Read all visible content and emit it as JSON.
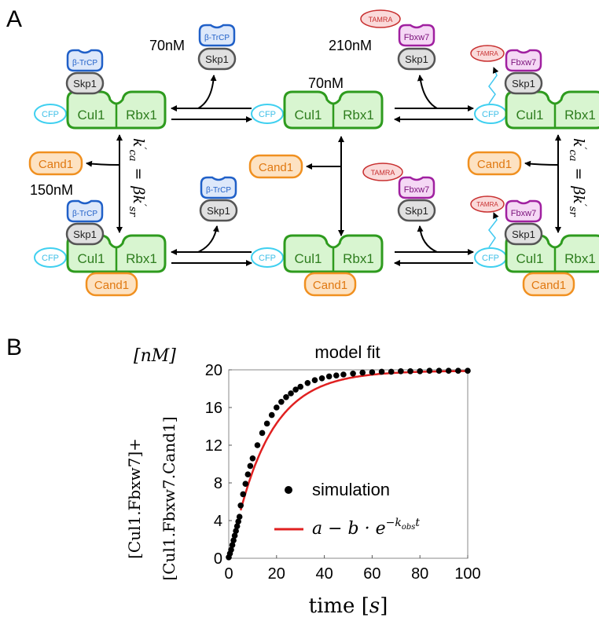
{
  "panel_a": {
    "label": "A",
    "proteins": {
      "cul1": "Cul1",
      "rbx1": "Rbx1",
      "cfp": "CFP",
      "cand1": "Cand1",
      "skp1": "Skp1",
      "btrcp": "β-TrCP",
      "fbxw7": "Fbxw7",
      "tamra": "TAMRA"
    },
    "concentrations": {
      "btrcp_release": "70nM",
      "fbxw7_release": "210nM",
      "center": "70nM",
      "cand1_left": "150nM"
    },
    "rate_label_parts": {
      "k": "k",
      "prime": "′",
      "ca": "ca",
      "eq": "=",
      "beta": "β",
      "sr": "sr"
    }
  },
  "panel_b": {
    "label": "B",
    "ylabel_unit": "[nM]",
    "ylabel_line1": "[Cul1.Fbxw7]+",
    "ylabel_line2": "[Cul1.Fbxw7.Cand1]"
  },
  "colors": {
    "cul1_fill": "#d8f5d0",
    "cul1_stroke": "#2e9b1e",
    "cand1_fill": "#fde2c2",
    "cand1_stroke": "#f09020",
    "skp1_fill": "#e0e0e0",
    "skp1_stroke": "#555555",
    "btrcp_stroke": "#2060c8",
    "fbxw7_stroke": "#a020a0",
    "tamra_stroke": "#c83030",
    "cfp_stroke": "#40d0f0",
    "fit_line": "#e02020"
  },
  "chart_data": {
    "type": "scatter",
    "title": "model fit",
    "xlabel": "time [s]",
    "ylabel": "[Cul1.Fbxw7]+[Cul1.Fbxw7.Cand1]",
    "xlim": [
      0,
      100
    ],
    "ylim": [
      0,
      20
    ],
    "xticks": [
      0,
      20,
      40,
      60,
      80,
      100
    ],
    "yticks": [
      0,
      4,
      8,
      12,
      16,
      20
    ],
    "legend_position": "lower-right",
    "series": [
      {
        "name": "simulation",
        "marker": "dot",
        "x": [
          0,
          0.5,
          1,
          1.5,
          2,
          2.5,
          3,
          3.5,
          4,
          4.5,
          5,
          6,
          7,
          8,
          9,
          10,
          12,
          14,
          16,
          18,
          20,
          22,
          24,
          26,
          28,
          30,
          33,
          36,
          39,
          42,
          45,
          48,
          52,
          56,
          60,
          64,
          68,
          72,
          76,
          80,
          84,
          88,
          92,
          96,
          100
        ],
        "y": [
          0.1,
          0.5,
          0.9,
          1.4,
          1.9,
          2.4,
          2.9,
          3.4,
          3.9,
          4.4,
          5.6,
          6.8,
          7.9,
          8.9,
          9.8,
          10.6,
          12.0,
          13.3,
          14.3,
          15.2,
          16.0,
          16.6,
          17.1,
          17.5,
          17.9,
          18.2,
          18.6,
          18.9,
          19.1,
          19.3,
          19.4,
          19.5,
          19.6,
          19.7,
          19.75,
          19.8,
          19.8,
          19.85,
          19.85,
          19.85,
          19.9,
          19.9,
          19.9,
          19.9,
          19.9
        ]
      },
      {
        "name": "a − b·e^(−k_obs t)",
        "x": [
          5,
          10,
          15,
          20,
          25,
          30,
          35,
          40,
          45,
          50,
          55,
          60,
          65,
          70,
          75,
          80,
          85,
          90,
          95,
          100
        ],
        "a": 19.9,
        "b": 20.5,
        "k_obs": 0.065
      }
    ],
    "legend": [
      "simulation",
      "a − b · e^(−k_obs t)"
    ]
  }
}
